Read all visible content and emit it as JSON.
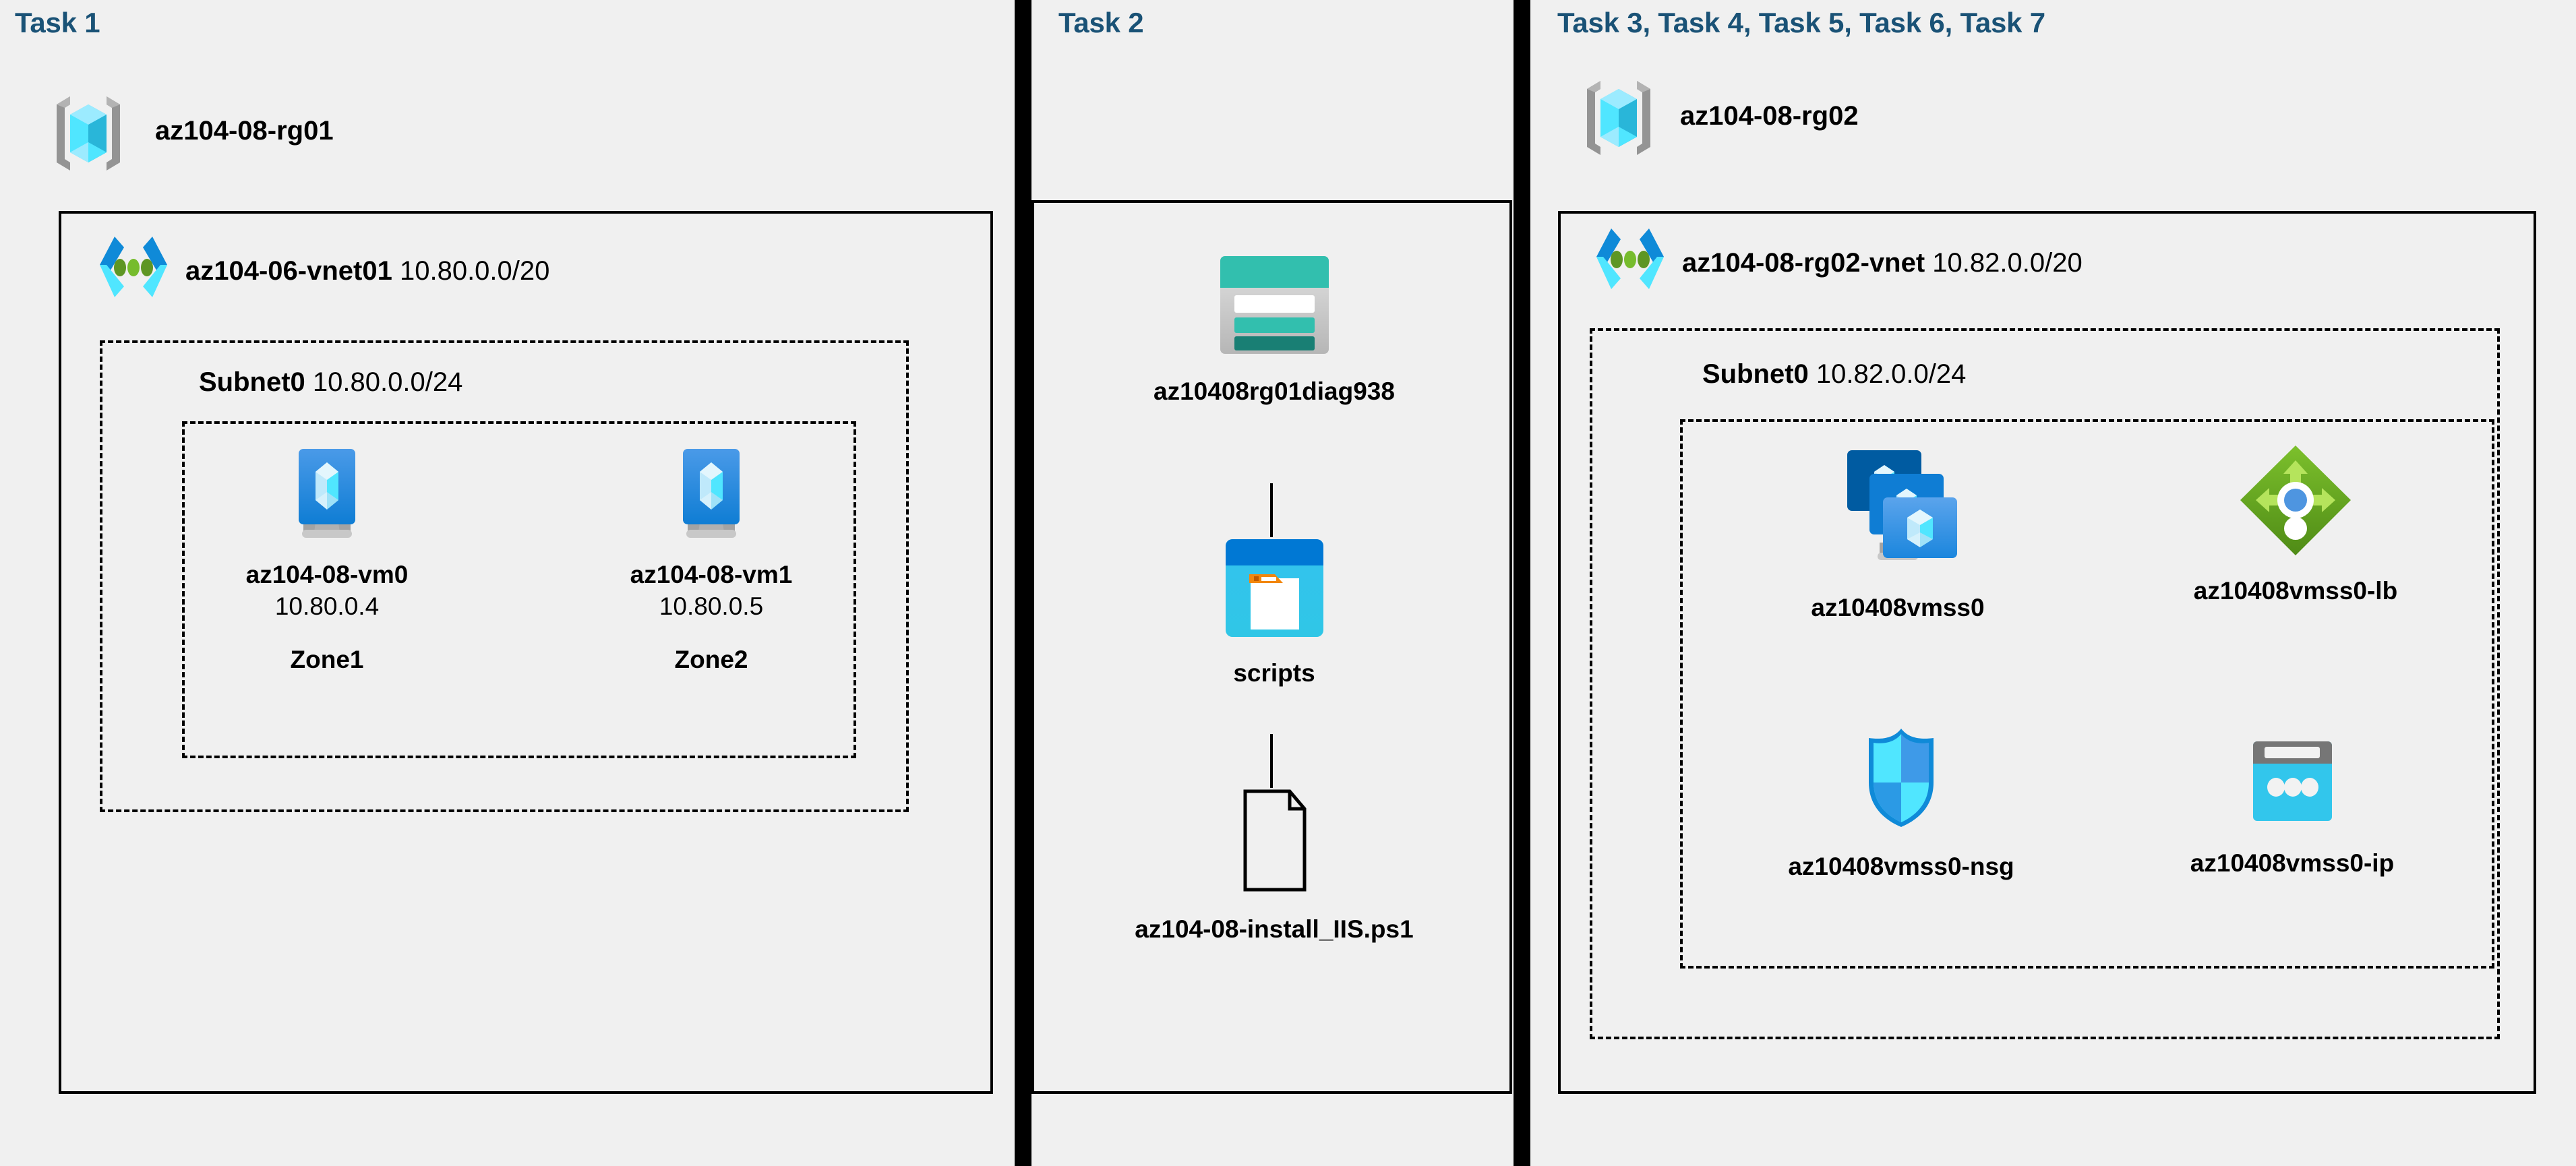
{
  "panels": {
    "task1": {
      "title": "Task 1",
      "resource_group": {
        "icon": "resource-group-icon",
        "name": "az104-08-rg01"
      },
      "vnet": {
        "icon": "virtual-network-icon",
        "name": "az104-06-vnet01",
        "cidr": "10.80.0.0/20"
      },
      "subnet": {
        "name": "Subnet0",
        "cidr": "10.80.0.0/24"
      },
      "vms": [
        {
          "icon": "virtual-machine-icon",
          "name": "az104-08-vm0",
          "ip": "10.80.0.4",
          "zone": "Zone1"
        },
        {
          "icon": "virtual-machine-icon",
          "name": "az104-08-vm1",
          "ip": "10.80.0.5",
          "zone": "Zone2"
        }
      ]
    },
    "task2": {
      "title": "Task 2",
      "nodes": [
        {
          "icon": "storage-account-icon",
          "name": "az10408rg01diag938"
        },
        {
          "icon": "blob-container-icon",
          "name": "scripts"
        },
        {
          "icon": "file-icon",
          "name": "az104-08-install_IIS.ps1"
        }
      ]
    },
    "task3": {
      "title": "Task 3, Task 4, Task 5, Task 6, Task 7",
      "resource_group": {
        "icon": "resource-group-icon",
        "name": "az104-08-rg02"
      },
      "vnet": {
        "icon": "virtual-network-icon",
        "name": "az104-08-rg02-vnet",
        "cidr": "10.82.0.0/20"
      },
      "subnet": {
        "name": "Subnet0",
        "cidr": "10.82.0.0/24"
      },
      "resources": [
        {
          "icon": "vm-scale-set-icon",
          "name": "az10408vmss0"
        },
        {
          "icon": "load-balancer-icon",
          "name": "az10408vmss0-lb"
        },
        {
          "icon": "network-security-group-icon",
          "name": "az10408vmss0-nsg"
        },
        {
          "icon": "public-ip-address-icon",
          "name": "az10408vmss0-ip"
        }
      ]
    }
  },
  "colors": {
    "title_blue": "#1a5276",
    "background": "#f0f0f0",
    "line_black": "#000000",
    "azure_cyan": "#50e6ff",
    "azure_blue": "#0078d4",
    "storage_teal": "#32bfae",
    "lb_green": "#6bb52b"
  }
}
